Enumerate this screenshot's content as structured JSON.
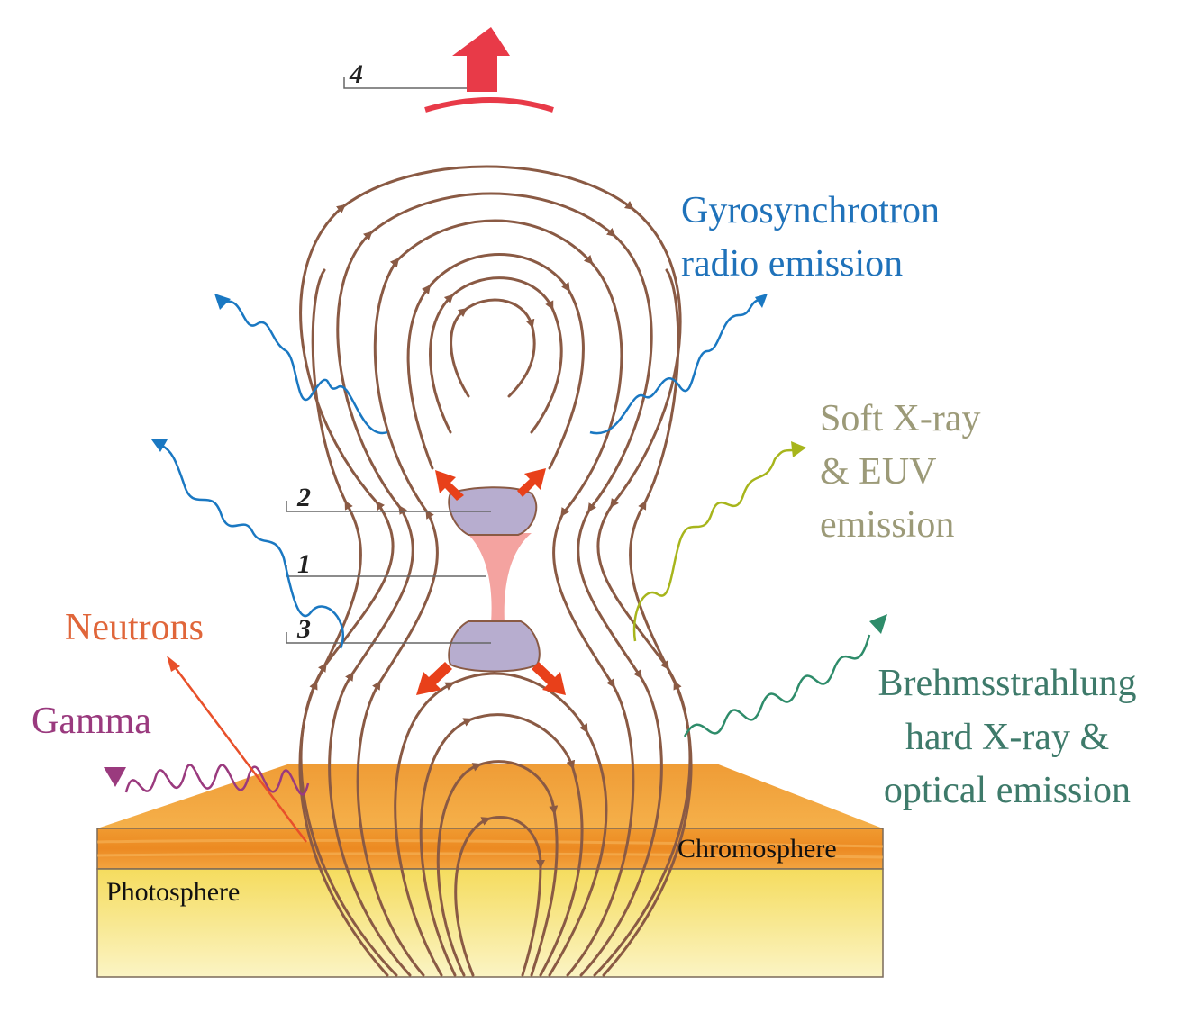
{
  "labels": {
    "gyro_line1": "Gyrosynchrotron",
    "gyro_line2": "radio emission",
    "soft_line1": "Soft X-ray",
    "soft_line2": "& EUV",
    "soft_line3": "emission",
    "brems_line1": "Brehmsstrahlung",
    "brems_line2": "hard X-ray &",
    "brems_line3": "optical emission",
    "neutrons": "Neutrons",
    "gamma": "Gamma",
    "chromosphere": "Chromosphere",
    "photosphere": "Photosphere"
  },
  "markers": {
    "m1": "1",
    "m2": "2",
    "m3": "3",
    "m4": "4"
  },
  "colors": {
    "field_line": "#8a5a44",
    "radio": "#1a78c2",
    "soft_xray": "#a7b51c",
    "soft_xray_text": "#9c9a78",
    "hard_xray": "#2e8c6a",
    "hard_xray_text": "#3e7a6a",
    "neutrons": "#e8502a",
    "gamma": "#9a3a7e",
    "current_sheet": "#f4a3a0",
    "plasma_blob": "#b7adcf",
    "outflow_arrow": "#e8401a",
    "cme_arrow": "#e83a48"
  }
}
